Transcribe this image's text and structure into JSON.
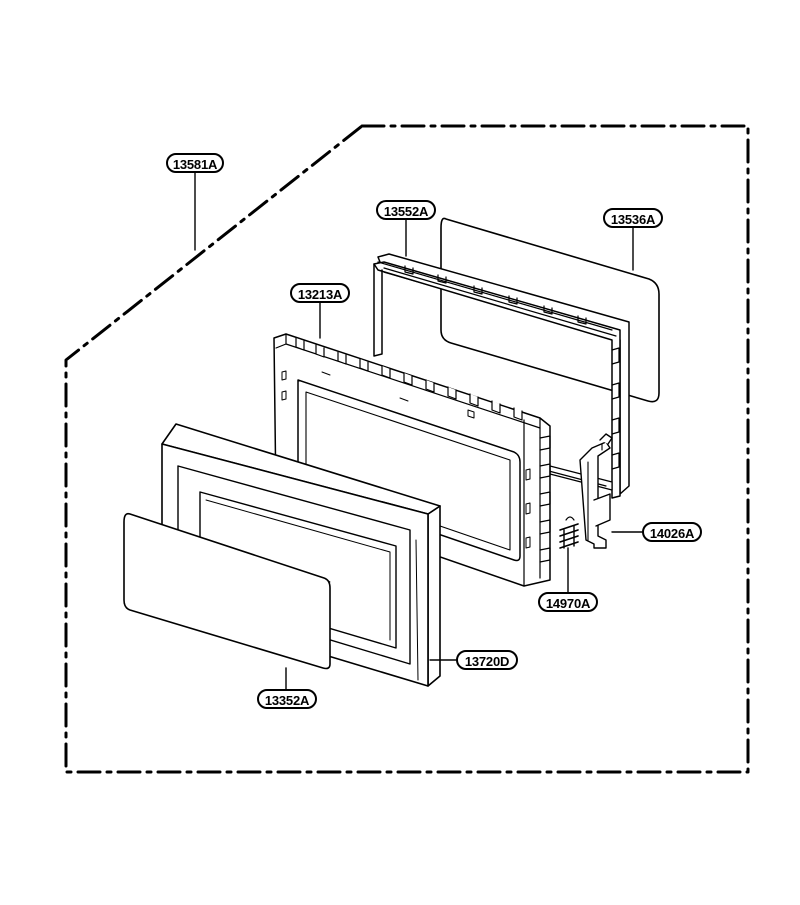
{
  "diagram": {
    "callouts": [
      {
        "id": "c13581A",
        "text": "13581A"
      },
      {
        "id": "c13552A",
        "text": "13552A"
      },
      {
        "id": "c13536A",
        "text": "13536A"
      },
      {
        "id": "c13213A",
        "text": "13213A"
      },
      {
        "id": "c14026A",
        "text": "14026A"
      },
      {
        "id": "c14970A",
        "text": "14970A"
      },
      {
        "id": "c13720D",
        "text": "13720D"
      },
      {
        "id": "c13352A",
        "text": "13352A"
      }
    ]
  }
}
